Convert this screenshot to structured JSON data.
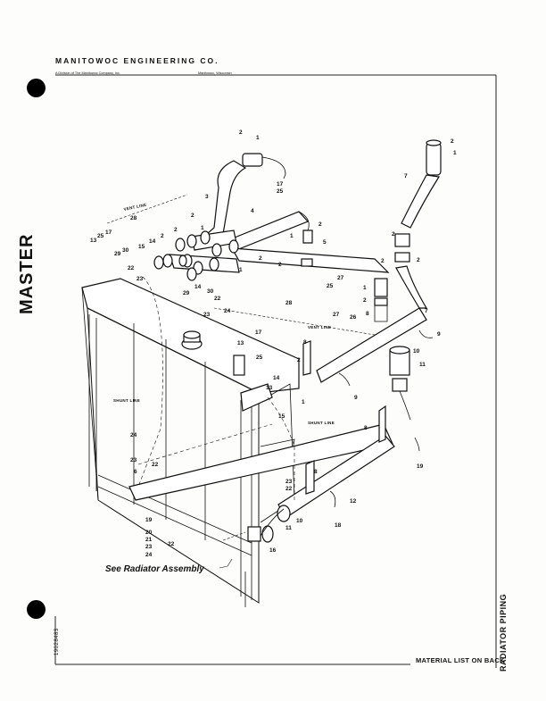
{
  "header": {
    "company": "MANITOWOC ENGINEERING CO.",
    "division": "A Division of The Manitowoc Company, Inc.",
    "location": "Manitowoc, Wisconsin"
  },
  "watermark": "MASTER",
  "doc_number": "19028483",
  "side_title": "RADIATOR PIPING",
  "footer_note": "MATERIAL LIST ON BACK",
  "diagram": {
    "reference_label": "See Radiator Assembly",
    "line_labels": {
      "vent_upper": "VENT LINE",
      "vent_lower": "VENT LINE",
      "shunt_left": "SHUNT LINE",
      "shunt_right": "SHUNT LINE"
    },
    "callouts": [
      "1",
      "2",
      "3",
      "4",
      "5",
      "6",
      "7",
      "8",
      "9",
      "10",
      "11",
      "12",
      "13",
      "14",
      "15",
      "16",
      "17",
      "18",
      "19",
      "20",
      "21",
      "22",
      "23",
      "24",
      "25",
      "26",
      "27",
      "28",
      "29",
      "30"
    ]
  }
}
